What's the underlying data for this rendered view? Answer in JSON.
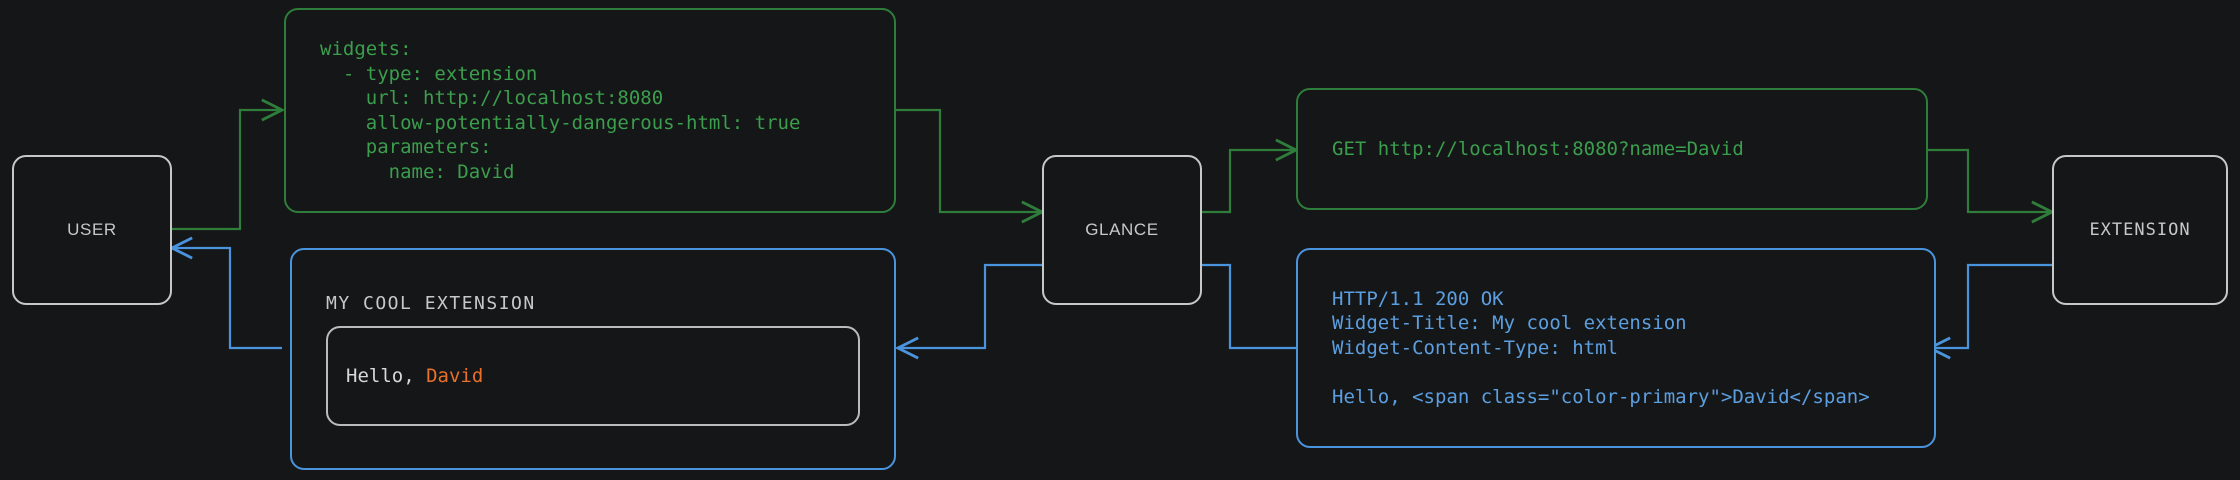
{
  "diagram": {
    "background_color": "#151617",
    "request_color": "#3b9e4d",
    "response_color": "#5c9fe0",
    "node_color": "#c6c8c9",
    "accent_color": "#e8702a"
  },
  "nodes": {
    "user": {
      "label": "USER"
    },
    "glance": {
      "label": "GLANCE"
    },
    "extension": {
      "label": "EXTENSION"
    }
  },
  "config_box": {
    "lines": [
      "widgets:",
      "  - type: extension",
      "    url: http://localhost:8080",
      "    allow-potentially-dangerous-html: true",
      "    parameters:",
      "      name: David"
    ],
    "text": "widgets:\n  - type: extension\n    url: http://localhost:8080\n    allow-potentially-dangerous-html: true\n    parameters:\n      name: David"
  },
  "request_box": {
    "text": "GET http://localhost:8080?name=David"
  },
  "response_box": {
    "lines": [
      "HTTP/1.1 200 OK",
      "Widget-Title: My cool extension",
      "Widget-Content-Type: html",
      "",
      "Hello, <span class=\"color-primary\">David</span>"
    ],
    "text": "HTTP/1.1 200 OK\nWidget-Title: My cool extension\nWidget-Content-Type: html\n\nHello, <span class=\"color-primary\">David</span>"
  },
  "widget_preview": {
    "title": "MY COOL EXTENSION",
    "greeting": "Hello, ",
    "name": "David"
  }
}
